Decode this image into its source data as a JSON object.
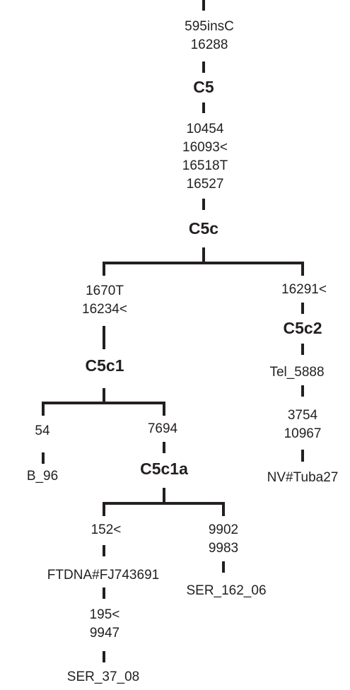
{
  "tree": {
    "root_mutations": [
      "595insC",
      "16288"
    ],
    "haplogroups": {
      "c5": "C5",
      "c5c": "C5c",
      "c5c1": "C5c1",
      "c5c1a": "C5c1a",
      "c5c2": "C5c2"
    },
    "c5c_mutations": [
      "10454",
      "16093<",
      "16518T",
      "16527"
    ],
    "c5c1_mutations": [
      "1670T",
      "16234<"
    ],
    "c5c2_mutations": [
      "16291<"
    ],
    "c5c2_after_tel_mutations": [
      "3754",
      "10967"
    ],
    "b96_mutations": [
      "54"
    ],
    "c5c1a_mutations": [
      "7694"
    ],
    "ftdna_mutations": [
      "152<"
    ],
    "ser162_mutations": [
      "9902",
      "9983"
    ],
    "ser37_mutations": [
      "195<",
      "9947"
    ],
    "samples": {
      "tel": "Tel_5888",
      "nv": "NV#Tuba27",
      "b96": "B_96",
      "ftdna": "FTDNA#FJ743691",
      "ser162": "SER_162_06",
      "ser37": "SER_37_08"
    }
  },
  "colors": {
    "line": "#231f20",
    "text": "#231f20",
    "background": "#ffffff"
  }
}
